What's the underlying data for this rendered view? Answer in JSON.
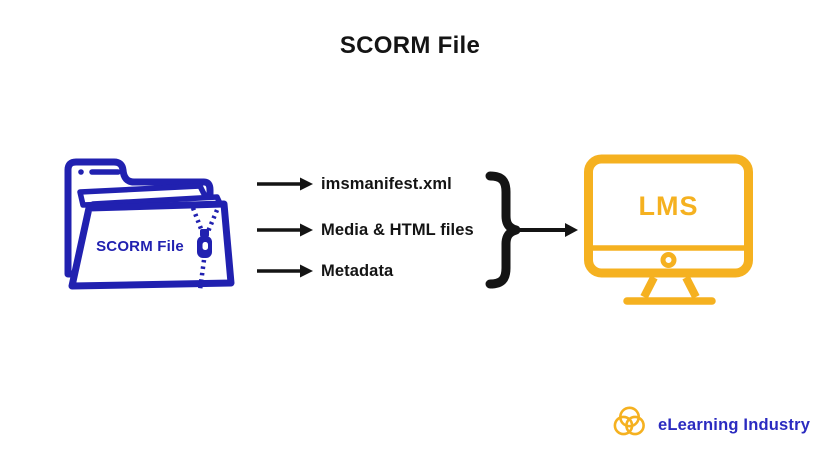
{
  "title": "SCORM File",
  "colors": {
    "blue": "#2121B0",
    "yellow": "#F5B120",
    "ink": "#141414",
    "logo_blue": "#2B2BC0",
    "background": "#FFFFFF"
  },
  "folder": {
    "label": "SCORM File",
    "icon": "zipped-folder-icon"
  },
  "files": [
    {
      "label": "imsmanifest.xml"
    },
    {
      "label": "Media & HTML files"
    },
    {
      "label": "Metadata"
    }
  ],
  "connector": {
    "icon": "curly-brace-icon"
  },
  "lms": {
    "label": "LMS",
    "icon": "monitor-icon"
  },
  "footer": {
    "brand": "eLearning Industry",
    "icon": "elearning-industry-logo-icon"
  }
}
